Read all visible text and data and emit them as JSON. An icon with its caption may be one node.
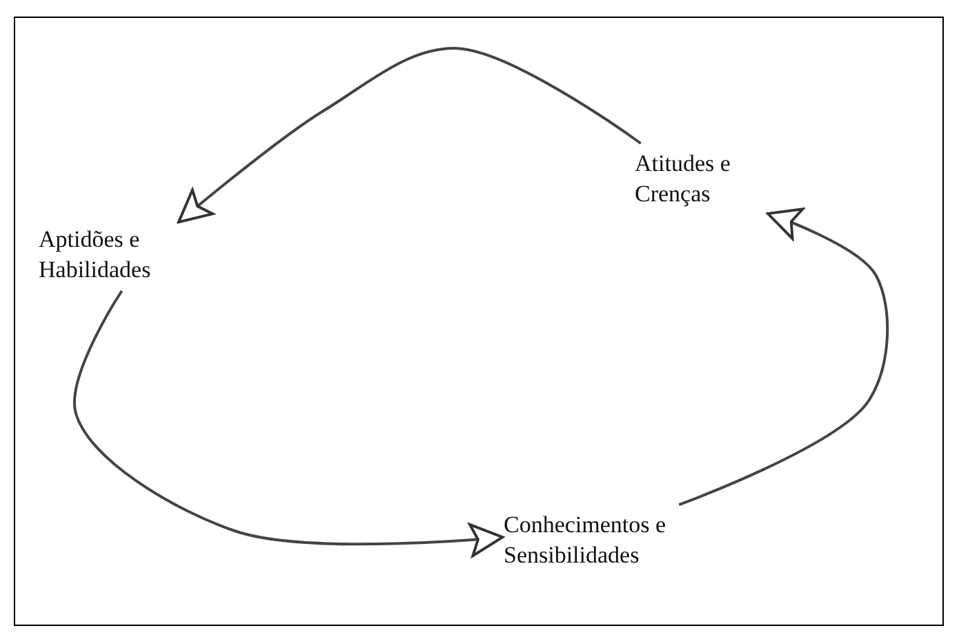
{
  "diagram": {
    "nodes": [
      {
        "text": [
          "Atitudes e Crenças"
        ]
      },
      {
        "text": [
          "Aptidões e Habilidades"
        ]
      },
      {
        "text": [
          "Conhecimentos e Sensibilidades"
        ]
      }
    ],
    "edges": [
      {
        "from": 0,
        "to": 1,
        "arrow": "to"
      },
      {
        "from": 1,
        "to": 2,
        "arrow": "to"
      },
      {
        "from": 2,
        "to": 0,
        "arrow": "to"
      }
    ]
  }
}
